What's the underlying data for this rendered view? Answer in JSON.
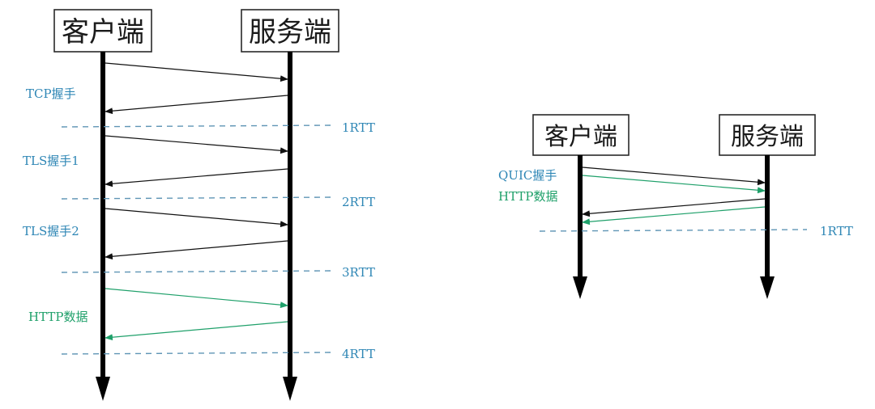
{
  "left_diagram": {
    "client_label": "客户端",
    "server_label": "服务端",
    "phases": {
      "tcp": "TCP握手",
      "tls1": "TLS握手1",
      "tls2": "TLS握手2",
      "http": "HTTP数据"
    },
    "rtt_labels": [
      "1RTT",
      "2RTT",
      "3RTT",
      "4RTT"
    ]
  },
  "right_diagram": {
    "client_label": "客户端",
    "server_label": "服务端",
    "phases": {
      "quic": "QUIC握手",
      "http": "HTTP数据"
    },
    "rtt_labels": [
      "1RTT"
    ]
  },
  "colors": {
    "handshake_arrow": "#111111",
    "data_arrow": "#1fa06a",
    "rtt_divider": "#5f95b5",
    "phase_text": "#2e86b5"
  }
}
